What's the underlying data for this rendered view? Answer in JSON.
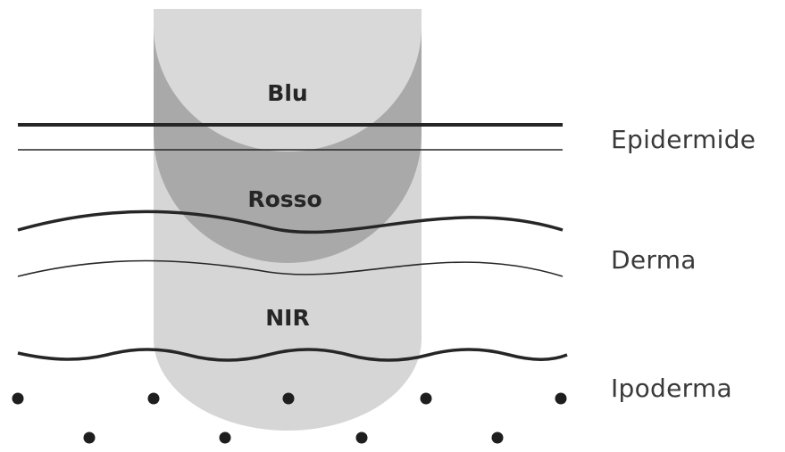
{
  "light_bands": [
    {
      "label": "Blu",
      "color": "#d9d9d9"
    },
    {
      "label": "Rosso",
      "color": "#a7a7a7"
    },
    {
      "label": "NIR",
      "color": "#d4d4d4"
    }
  ],
  "skin_layers": [
    {
      "label": "Epidermide"
    },
    {
      "label": "Derma"
    },
    {
      "label": "Ipoderma"
    }
  ],
  "colors": {
    "line": "#262626",
    "dot": "#1e1e1e",
    "text": "#3a3a3a"
  }
}
